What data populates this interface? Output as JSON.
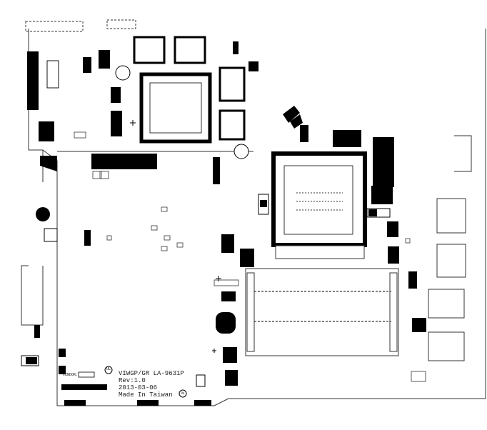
{
  "board": {
    "model_line": "VIWGP/GR LA-9631P",
    "rev_line": "Rev:1.0",
    "date_line": "2013-03-06",
    "origin_line": "Made In Taiwan",
    "vendor_label": "VENDOR:"
  },
  "marks": {
    "ul_mark": "UL",
    "pb_free_mark": "Pb"
  },
  "colors": {
    "copper": "#000000",
    "silk": "#222222",
    "background": "#ffffff",
    "outline": "#333333"
  }
}
